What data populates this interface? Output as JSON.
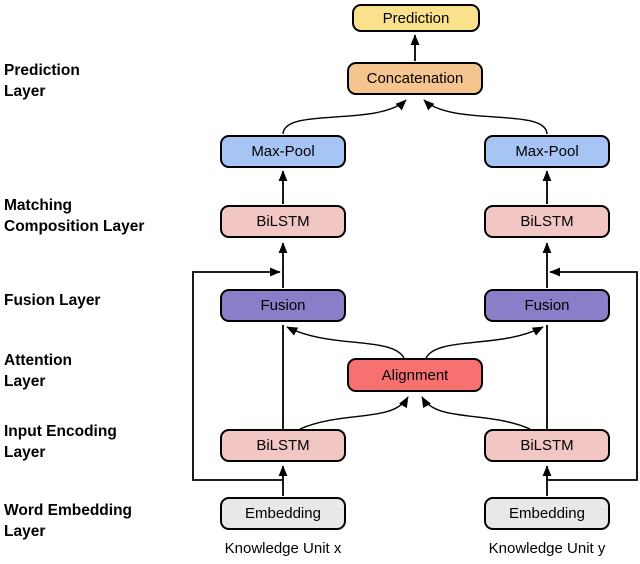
{
  "figure": {
    "title_hint": "text matching model architecture diagram",
    "colors": {
      "edge": "#000000",
      "border": "#000000",
      "background": "#ffffff"
    },
    "nodes": {
      "prediction": {
        "label": "Prediction",
        "fill": "#FAE28C"
      },
      "concatenation": {
        "label": "Concatenation",
        "fill": "#F5C58F"
      },
      "max_pool": {
        "label": "Max-Pool",
        "fill": "#A6C4F4"
      },
      "bilstm": {
        "label": "BiLSTM",
        "fill": "#F2C7C3"
      },
      "fusion": {
        "label": "Fusion",
        "fill": "#8C7DC9"
      },
      "alignment": {
        "label": "Alignment",
        "fill": "#F87171"
      },
      "embedding": {
        "label": "Embedding",
        "fill": "#E8E8E8"
      }
    },
    "layer_labels": {
      "prediction": "Prediction\nLayer",
      "matching_composition": "Matching\nComposition Layer",
      "fusion": "Fusion Layer",
      "attention": "Attention\nLayer",
      "input_encoding": "Input Encoding\nLayer",
      "word_embedding": "Word Embedding\nLayer"
    },
    "unit_labels": {
      "x": "Knowledge Unit x",
      "y": "Knowledge Unit y"
    }
  }
}
